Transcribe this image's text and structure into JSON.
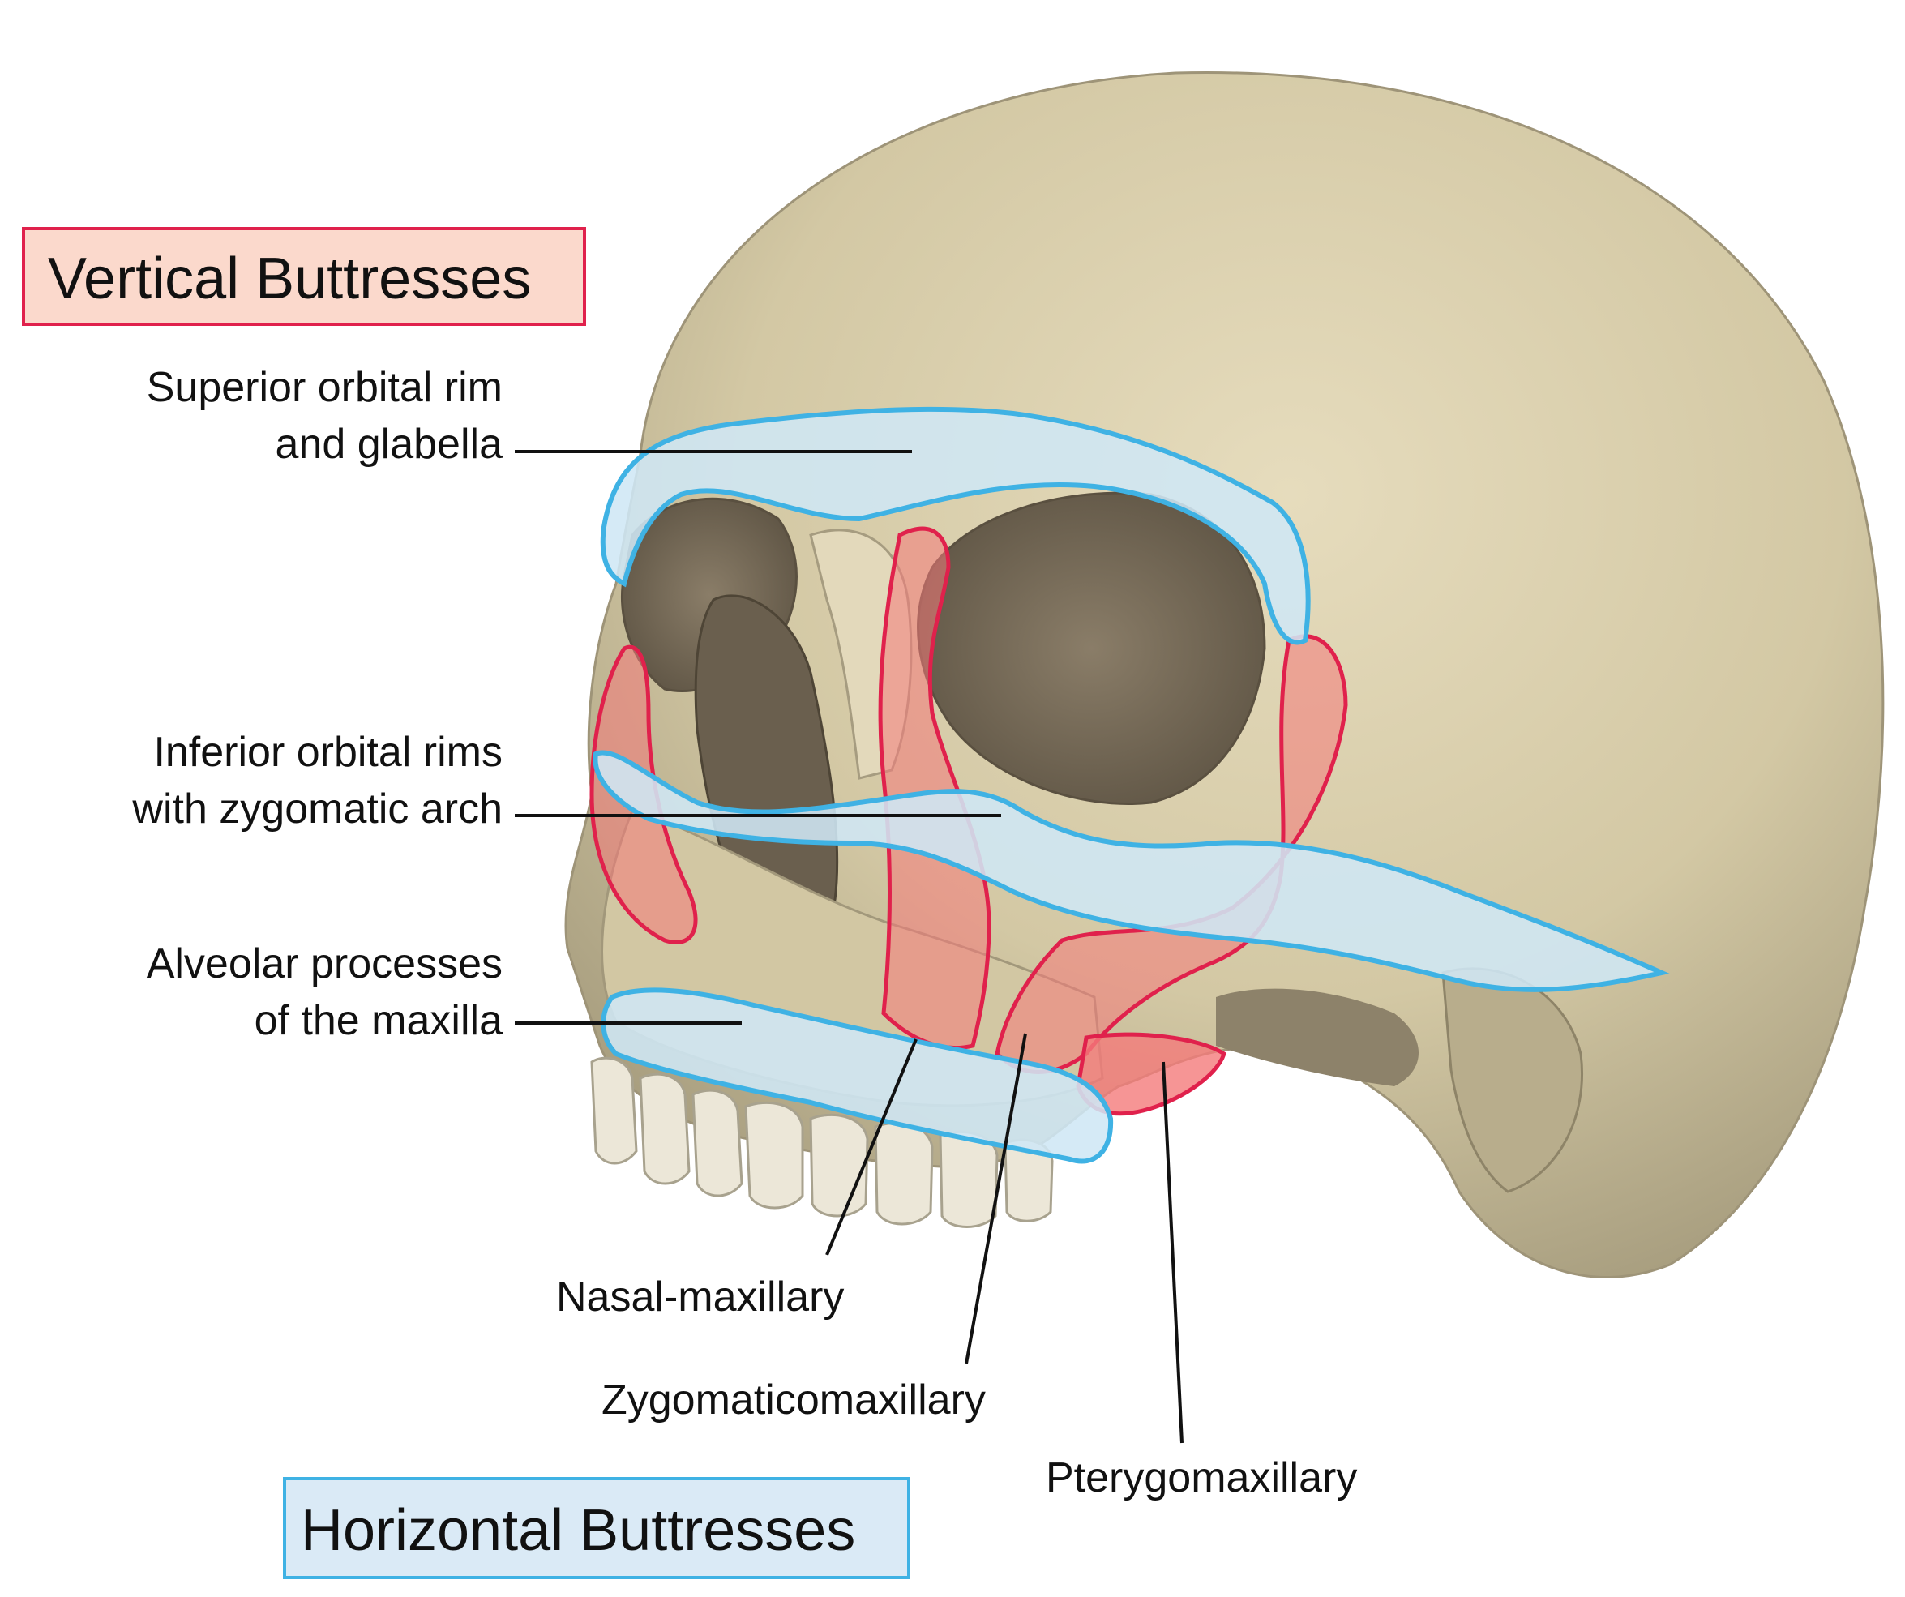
{
  "legend": {
    "vertical": "Vertical Buttresses",
    "horizontal": "Horizontal Buttresses"
  },
  "labels": {
    "superior_orbital": {
      "line1": "Superior orbital rim",
      "line2": "and glabella"
    },
    "inferior_orbital": {
      "line1": "Inferior orbital rims",
      "line2": "with zygomatic arch"
    },
    "alveolar": {
      "line1": "Alveolar processes",
      "line2": "of the maxilla"
    },
    "nasal_maxillary": "Nasal-maxillary",
    "zygomaticomaxillary": "Zygomaticomaxillary",
    "pterygomaxillary": "Pterygomaxillary"
  },
  "colors": {
    "vertical_buttress": "#e0214c",
    "horizontal_buttress": "#3fb2e4",
    "bone": "#d8ceaa"
  }
}
